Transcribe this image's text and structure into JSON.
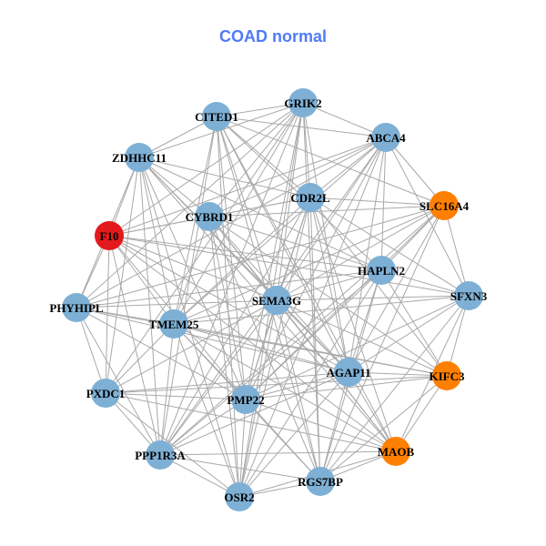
{
  "title": "COAD normal",
  "colors": {
    "default": "#7eb0d5",
    "red": "#e31a1c",
    "orange": "#ff7f00",
    "edge": "#a9a9a9",
    "title": "#4f7bf7"
  },
  "nodes": [
    {
      "label": "GRIK2",
      "color": "default"
    },
    {
      "label": "CITED1",
      "color": "default"
    },
    {
      "label": "ABCA4",
      "color": "default"
    },
    {
      "label": "ZDHHC11",
      "color": "default"
    },
    {
      "label": "CDR2L",
      "color": "default"
    },
    {
      "label": "SLC16A4",
      "color": "orange"
    },
    {
      "label": "CYBRD1",
      "color": "default"
    },
    {
      "label": "F10",
      "color": "red"
    },
    {
      "label": "HAPLN2",
      "color": "default"
    },
    {
      "label": "SFXN3",
      "color": "default"
    },
    {
      "label": "SEMA3G",
      "color": "default"
    },
    {
      "label": "PHYHIPL",
      "color": "default"
    },
    {
      "label": "TMEM25",
      "color": "default"
    },
    {
      "label": "AGAP11",
      "color": "default"
    },
    {
      "label": "KIFC3",
      "color": "orange"
    },
    {
      "label": "PXDC1",
      "color": "default"
    },
    {
      "label": "PMP22",
      "color": "default"
    },
    {
      "label": "PPP1R3A",
      "color": "default"
    },
    {
      "label": "MAOB",
      "color": "orange"
    },
    {
      "label": "RGS7BP",
      "color": "default"
    },
    {
      "label": "OSR2",
      "color": "default"
    }
  ],
  "edges": [
    [
      0,
      1
    ],
    [
      0,
      2
    ],
    [
      0,
      3
    ],
    [
      0,
      4
    ],
    [
      0,
      6
    ],
    [
      0,
      7
    ],
    [
      0,
      10
    ],
    [
      0,
      12
    ],
    [
      0,
      13
    ],
    [
      0,
      16
    ],
    [
      0,
      17
    ],
    [
      0,
      19
    ],
    [
      0,
      20
    ],
    [
      0,
      15
    ],
    [
      0,
      11
    ],
    [
      1,
      2
    ],
    [
      1,
      3
    ],
    [
      1,
      4
    ],
    [
      1,
      5
    ],
    [
      1,
      8
    ],
    [
      1,
      10
    ],
    [
      1,
      12
    ],
    [
      1,
      13
    ],
    [
      1,
      16
    ],
    [
      1,
      17
    ],
    [
      1,
      20
    ],
    [
      1,
      19
    ],
    [
      1,
      18
    ],
    [
      2,
      4
    ],
    [
      2,
      5
    ],
    [
      2,
      6
    ],
    [
      2,
      7
    ],
    [
      2,
      8
    ],
    [
      2,
      9
    ],
    [
      2,
      10
    ],
    [
      2,
      12
    ],
    [
      2,
      13
    ],
    [
      2,
      16
    ],
    [
      2,
      17
    ],
    [
      2,
      20
    ],
    [
      2,
      11
    ],
    [
      3,
      4
    ],
    [
      3,
      6
    ],
    [
      3,
      7
    ],
    [
      3,
      8
    ],
    [
      3,
      10
    ],
    [
      3,
      11
    ],
    [
      3,
      12
    ],
    [
      3,
      13
    ],
    [
      3,
      15
    ],
    [
      3,
      16
    ],
    [
      3,
      17
    ],
    [
      3,
      20
    ],
    [
      3,
      18
    ],
    [
      4,
      5
    ],
    [
      4,
      6
    ],
    [
      4,
      7
    ],
    [
      4,
      9
    ],
    [
      4,
      10
    ],
    [
      4,
      12
    ],
    [
      4,
      13
    ],
    [
      4,
      14
    ],
    [
      4,
      16
    ],
    [
      4,
      17
    ],
    [
      4,
      18
    ],
    [
      4,
      19
    ],
    [
      4,
      20
    ],
    [
      5,
      6
    ],
    [
      5,
      8
    ],
    [
      5,
      9
    ],
    [
      5,
      10
    ],
    [
      5,
      12
    ],
    [
      5,
      13
    ],
    [
      5,
      16
    ],
    [
      5,
      17
    ],
    [
      5,
      19
    ],
    [
      5,
      11
    ],
    [
      6,
      7
    ],
    [
      6,
      8
    ],
    [
      6,
      10
    ],
    [
      6,
      12
    ],
    [
      6,
      13
    ],
    [
      6,
      14
    ],
    [
      6,
      16
    ],
    [
      6,
      18
    ],
    [
      6,
      19
    ],
    [
      6,
      20
    ],
    [
      7,
      8
    ],
    [
      7,
      10
    ],
    [
      7,
      11
    ],
    [
      7,
      12
    ],
    [
      7,
      13
    ],
    [
      7,
      15
    ],
    [
      7,
      16
    ],
    [
      7,
      17
    ],
    [
      7,
      18
    ],
    [
      7,
      9
    ],
    [
      8,
      9
    ],
    [
      8,
      10
    ],
    [
      8,
      11
    ],
    [
      8,
      13
    ],
    [
      8,
      14
    ],
    [
      8,
      16
    ],
    [
      8,
      17
    ],
    [
      8,
      19
    ],
    [
      8,
      20
    ],
    [
      9,
      10
    ],
    [
      9,
      12
    ],
    [
      9,
      13
    ],
    [
      9,
      14
    ],
    [
      9,
      18
    ],
    [
      9,
      19
    ],
    [
      9,
      16
    ],
    [
      10,
      11
    ],
    [
      10,
      12
    ],
    [
      10,
      13
    ],
    [
      10,
      14
    ],
    [
      10,
      15
    ],
    [
      10,
      16
    ],
    [
      10,
      17
    ],
    [
      10,
      18
    ],
    [
      10,
      19
    ],
    [
      10,
      20
    ],
    [
      11,
      12
    ],
    [
      11,
      13
    ],
    [
      11,
      15
    ],
    [
      11,
      16
    ],
    [
      11,
      17
    ],
    [
      11,
      14
    ],
    [
      12,
      13
    ],
    [
      12,
      14
    ],
    [
      12,
      15
    ],
    [
      12,
      16
    ],
    [
      12,
      17
    ],
    [
      12,
      18
    ],
    [
      12,
      19
    ],
    [
      12,
      20
    ],
    [
      13,
      14
    ],
    [
      13,
      15
    ],
    [
      13,
      16
    ],
    [
      13,
      17
    ],
    [
      13,
      18
    ],
    [
      13,
      19
    ],
    [
      13,
      20
    ],
    [
      14,
      16
    ],
    [
      14,
      18
    ],
    [
      14,
      19
    ],
    [
      14,
      15
    ],
    [
      15,
      16
    ],
    [
      15,
      17
    ],
    [
      15,
      20
    ],
    [
      15,
      18
    ],
    [
      16,
      17
    ],
    [
      16,
      18
    ],
    [
      16,
      19
    ],
    [
      16,
      20
    ],
    [
      17,
      19
    ],
    [
      17,
      20
    ],
    [
      17,
      18
    ],
    [
      18,
      19
    ],
    [
      18,
      20
    ],
    [
      19,
      20
    ]
  ]
}
